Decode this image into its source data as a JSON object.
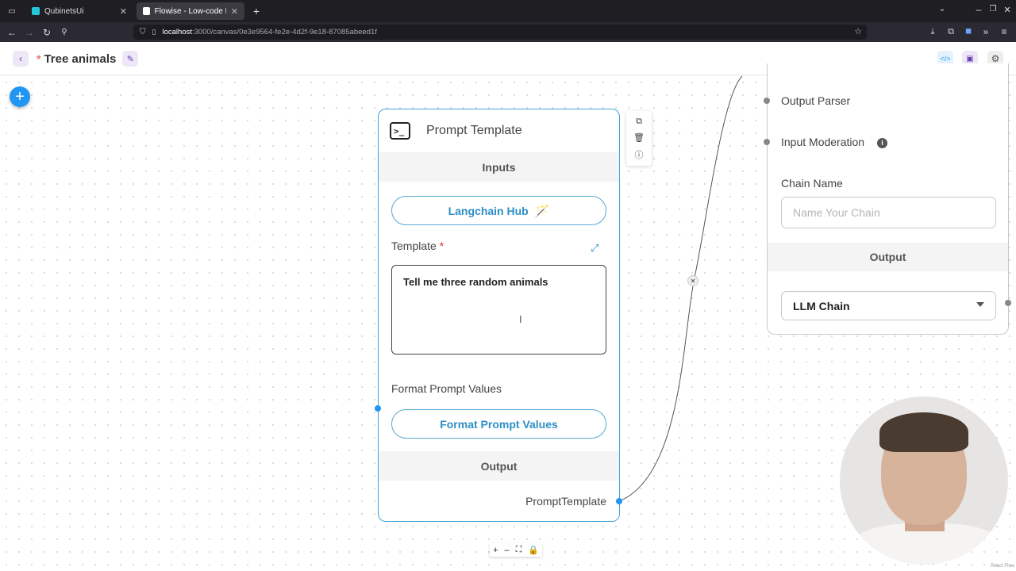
{
  "browser": {
    "tabs": [
      {
        "title": "QubinetsUi",
        "favicon_color": "#26c6da"
      },
      {
        "title": "Flowise - Low-code LLM ap",
        "favicon_color": "#ffffff"
      }
    ],
    "url_host": "localhost",
    "url_path": ":3000/canvas/0e3e9564-fe2e-4d2f-9e18-87085abeed1f"
  },
  "header": {
    "title": "Tree animals",
    "unsaved_marker": "*"
  },
  "prompt_node": {
    "title": "Prompt Template",
    "inputs_label": "Inputs",
    "hub_button": "Langchain Hub",
    "template_label": "Template",
    "required_marker": "*",
    "template_value": "Tell me three random animals",
    "format_label": "Format Prompt Values",
    "format_button": "Format Prompt Values",
    "output_label": "Output",
    "output_anchor": "PromptTemplate"
  },
  "chain_node": {
    "output_parser": "Output Parser",
    "input_moderation": "Input Moderation",
    "chain_name_label": "Chain Name",
    "chain_name_placeholder": "Name Your Chain",
    "output_label": "Output",
    "output_select": "LLM Chain"
  },
  "canvas": {
    "attribution": "React Flow"
  },
  "colors": {
    "accent_blue": "#2196f3",
    "accent_purple": "#673ab7",
    "node_border": "#42a5d5"
  }
}
